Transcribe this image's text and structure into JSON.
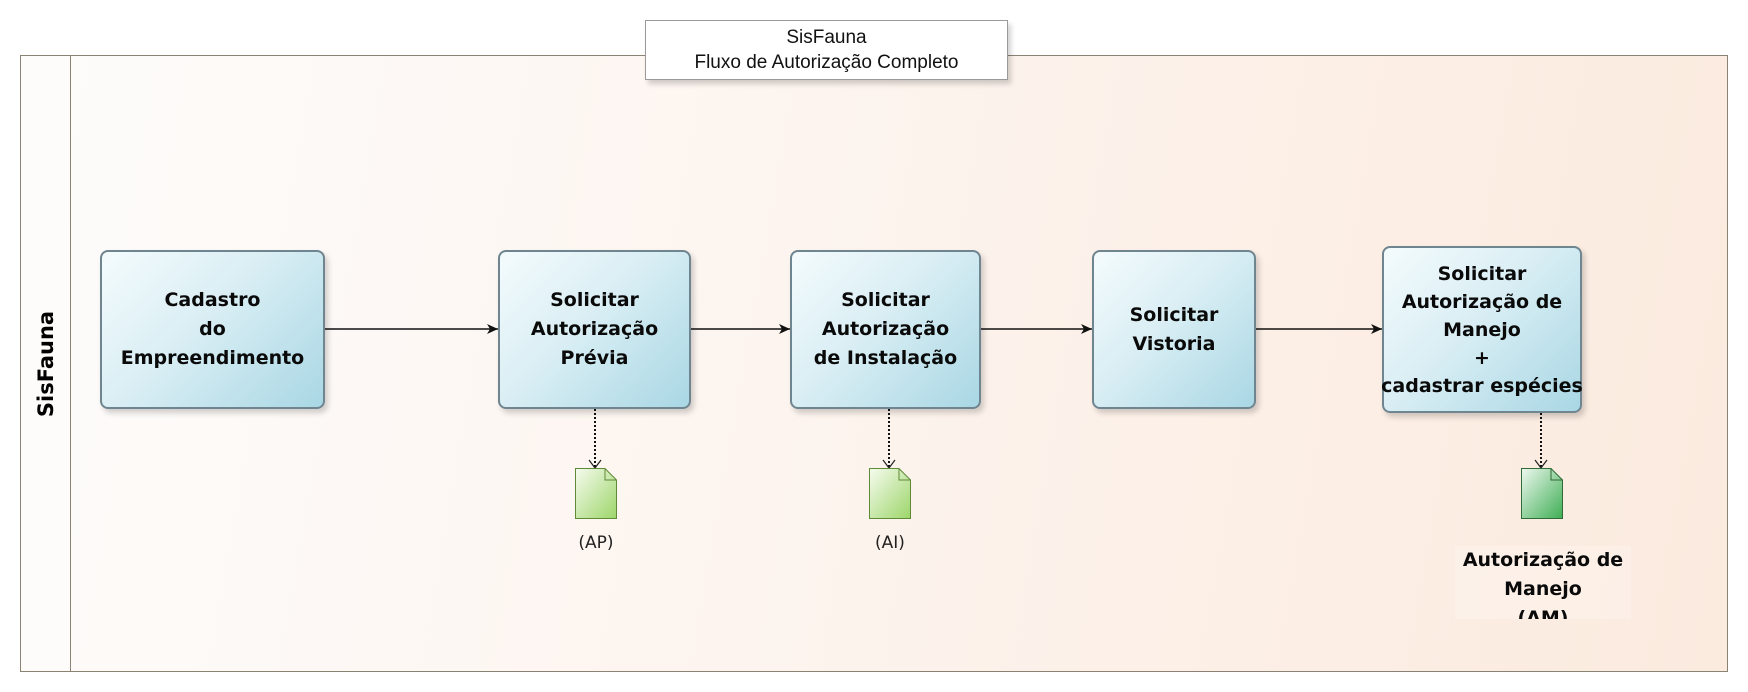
{
  "title": {
    "line1": "SisFauna",
    "line2": "Fluxo de Autorização Completo"
  },
  "pool": {
    "lane_label": "SisFauna"
  },
  "tasks": [
    {
      "id": "cadastro",
      "lines": [
        "Cadastro",
        "do",
        "Empreendimento"
      ]
    },
    {
      "id": "ap",
      "lines": [
        "Solicitar",
        "Autorização",
        "Prévia"
      ]
    },
    {
      "id": "ai",
      "lines": [
        "Solicitar",
        "Autorização",
        "de Instalação"
      ]
    },
    {
      "id": "vistoria",
      "lines": [
        "Solicitar",
        "Vistoria"
      ]
    },
    {
      "id": "am",
      "lines": [
        "Solicitar",
        "Autorização de",
        "Manejo",
        "+",
        "cadastrar espécies"
      ]
    }
  ],
  "documents": [
    {
      "id": "doc-ap",
      "label": "(AP)",
      "icon": "document-icon",
      "color": "#9dd66a"
    },
    {
      "id": "doc-ai",
      "label": "(AI)",
      "icon": "document-icon",
      "color": "#9dd66a"
    },
    {
      "id": "doc-am",
      "label_lines": [
        "Autorização de",
        "Manejo",
        "(AM)"
      ],
      "icon": "document-icon",
      "color": "#3fae55"
    }
  ],
  "colors": {
    "task_fill": "#cce7ef",
    "task_border": "#6f8590",
    "pool_border": "#8a8272",
    "pool_fill_end": "#fbeade"
  }
}
